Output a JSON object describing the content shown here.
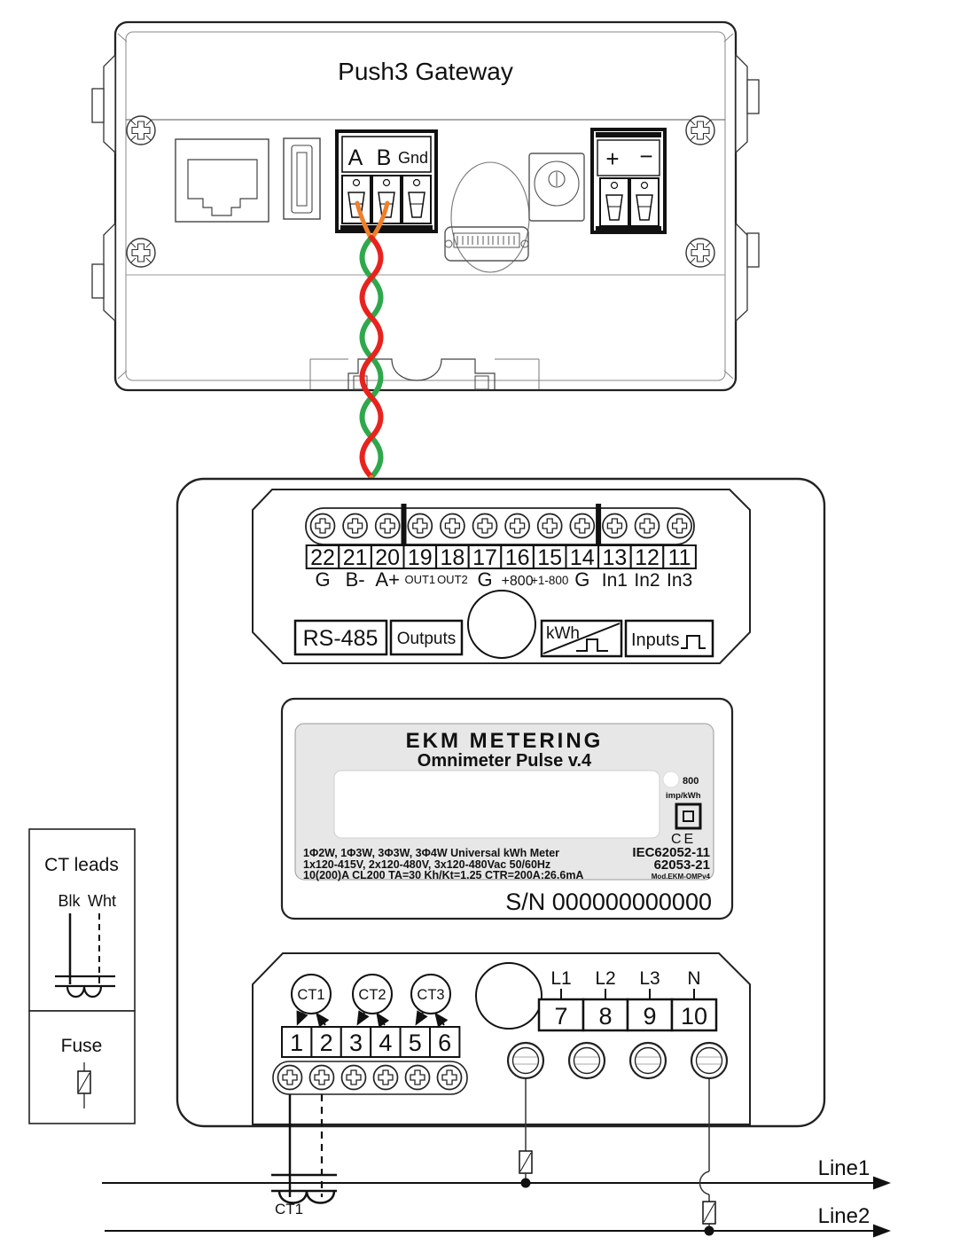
{
  "gateway": {
    "title": "Push3 Gateway",
    "rs485_terminals": [
      "A",
      "B",
      "Gnd"
    ],
    "power_terminals": [
      "+",
      "−"
    ]
  },
  "meter": {
    "top_terminal_numbers": [
      "22",
      "21",
      "20",
      "19",
      "18",
      "17",
      "16",
      "15",
      "14",
      "13",
      "12",
      "11"
    ],
    "top_terminal_labels": [
      "G",
      "B-",
      "A+",
      "OUT1",
      "OUT2",
      "G",
      "+800",
      "+1-800",
      "G",
      "In1",
      "In2",
      "In3"
    ],
    "group_labels": {
      "rs485": "RS-485",
      "outputs": "Outputs",
      "kwh": "kWh",
      "inputs": "Inputs"
    },
    "brand": "EKM METERING",
    "model": "Omnimeter Pulse v.4",
    "pulse_led_value": "800",
    "pulse_led_unit": "imp/kWh",
    "spec_lines": [
      "1Φ2W, 1Φ3W, 3Φ3W, 3Φ4W Universal kWh Meter",
      "1x120-415V, 2x120-480V, 3x120-480Vac  50/60Hz",
      "10(200)A  CL200 TA=30 Kh/Kt=1.25 CTR=200A:26.6mA"
    ],
    "cert_lines": [
      "IEC62052-11",
      "62053-21"
    ],
    "model_code": "Mod.EKM-OMPv4",
    "ce_mark": "CE",
    "serial": "S/N 000000000000",
    "ct_labels": [
      "CT1",
      "CT2",
      "CT3"
    ],
    "ct_terminal_numbers": [
      "1",
      "2",
      "3",
      "4",
      "5",
      "6"
    ],
    "phase_labels": [
      "L1",
      "L2",
      "L3",
      "N"
    ],
    "mains_terminal_numbers": [
      "7",
      "8",
      "9",
      "10"
    ]
  },
  "legend": {
    "ct_leads_title": "CT leads",
    "black_lead": "Blk",
    "white_lead": "Wht",
    "fuse_title": "Fuse"
  },
  "wiring": {
    "ct_label": "CT1",
    "line1": "Line1",
    "line2": "Line2"
  },
  "colors": {
    "wire_red": "#e8231e",
    "wire_green": "#2fa84c",
    "wire_orange": "#ef7f2b",
    "panel_grey": "#e7e7e7"
  }
}
